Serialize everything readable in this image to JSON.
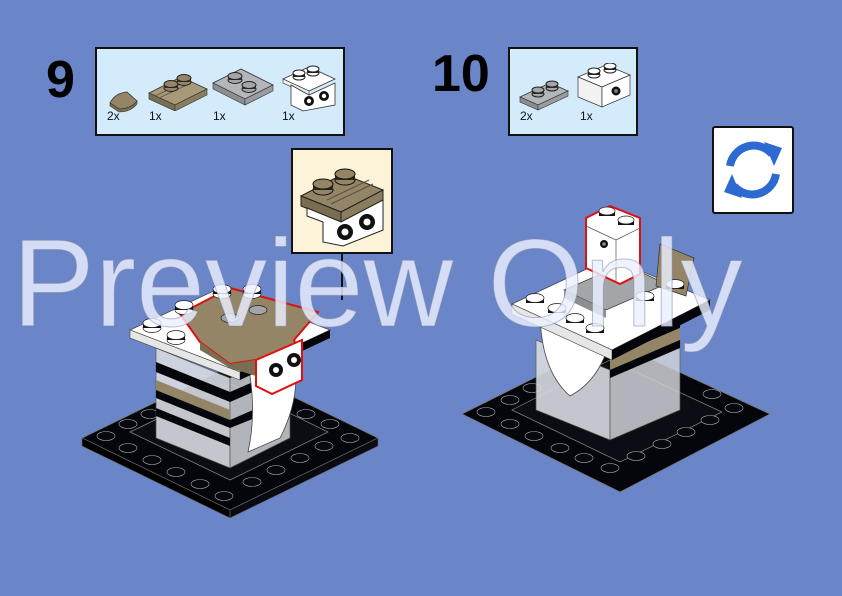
{
  "page": {
    "background": "#6b86c8"
  },
  "steps": [
    {
      "number": "9",
      "parts": [
        {
          "name": "tan-quarter-round-tile",
          "color": "#938566",
          "qty": "2x"
        },
        {
          "name": "tan-1x2-plate-with-rail",
          "color": "#938566",
          "qty": "1x"
        },
        {
          "name": "gray-2x2-plate-corner",
          "color": "#a3a5a8",
          "qty": "1x"
        },
        {
          "name": "white-1x2-bracket-2x2",
          "color": "#ffffff",
          "qty": "1x"
        }
      ],
      "callout": {
        "label": "subassembly",
        "background": "#fdf3d9"
      }
    },
    {
      "number": "10",
      "parts": [
        {
          "name": "gray-1x2-plate",
          "color": "#a3a5a8",
          "qty": "2x"
        },
        {
          "name": "white-1x2-brick-with-hole",
          "color": "#ffffff",
          "qty": "1x"
        }
      ]
    }
  ],
  "rotate_button": {
    "icon": "rotate-icon",
    "color": "#2c6ad1"
  },
  "watermark": {
    "text": "Preview Only"
  },
  "colors": {
    "highlight": "#e01010",
    "base": "#05060b",
    "tan": "#938566",
    "gray": "#a3a5a8",
    "white": "#ffffff",
    "parts_box_bg": "#d4ebfb"
  }
}
